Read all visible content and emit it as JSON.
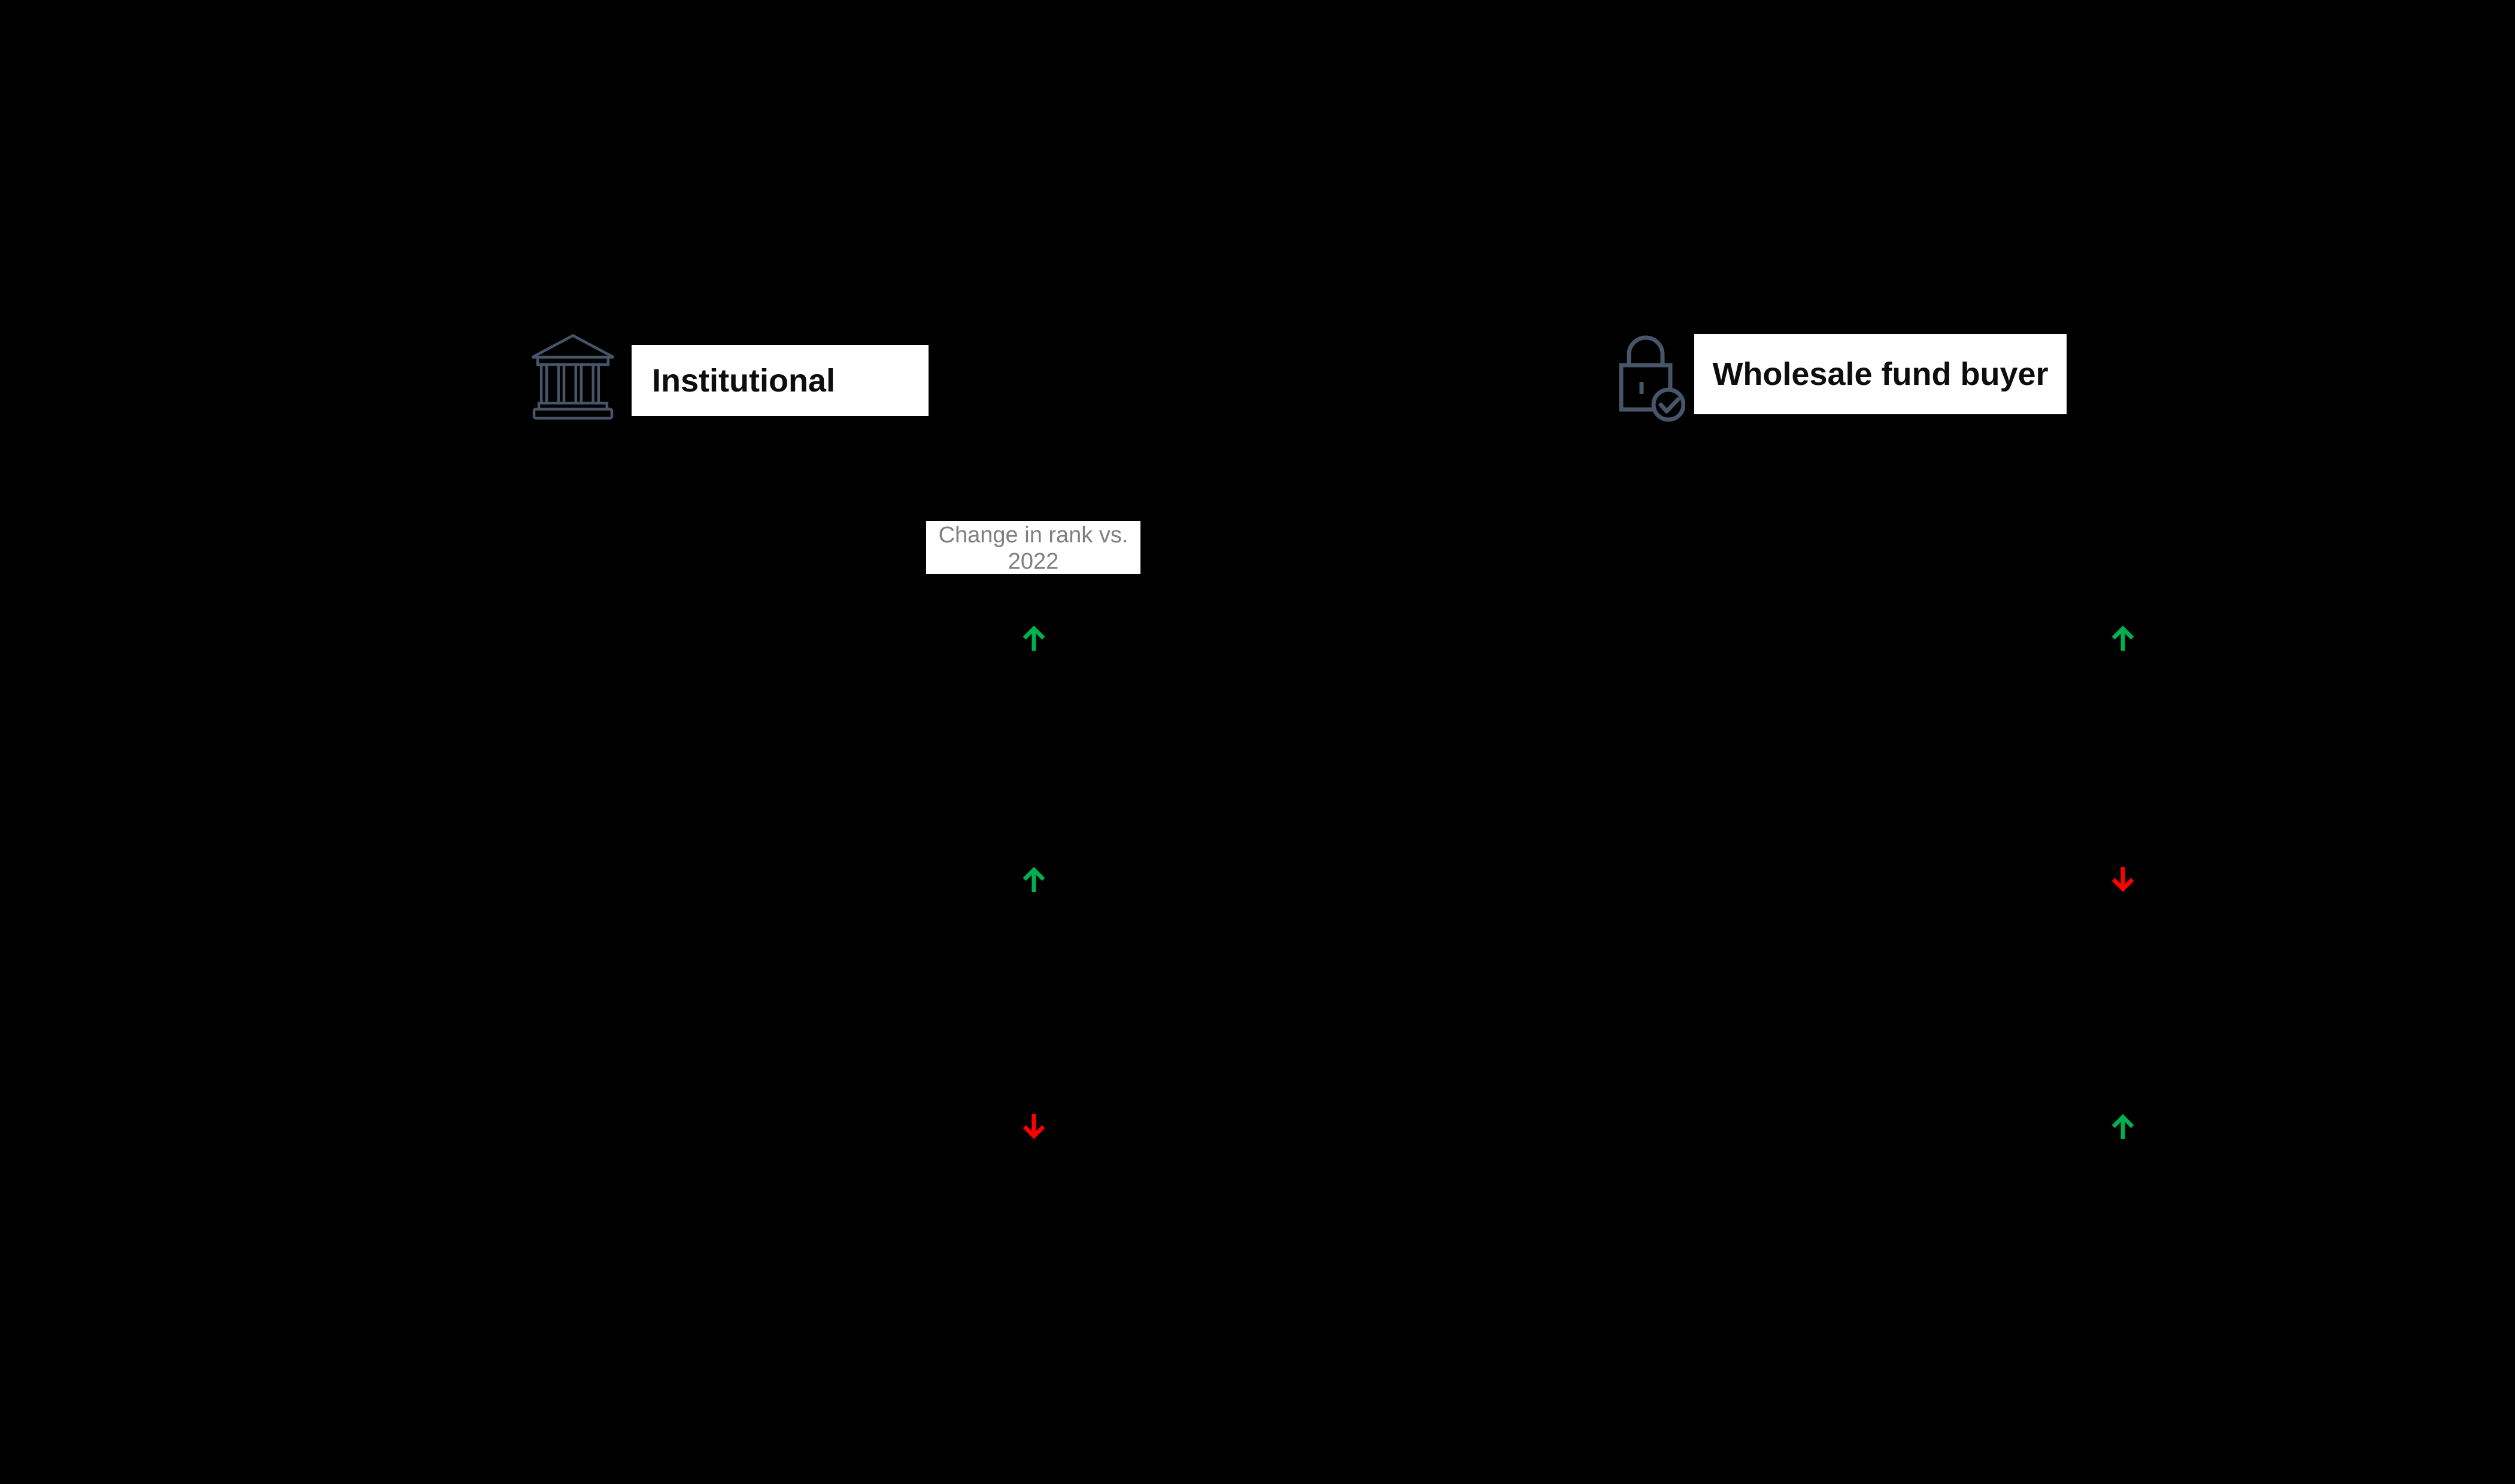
{
  "slide": {
    "background": "#000000"
  },
  "segments": {
    "institutional": {
      "label": "Institutional",
      "icon": "bank-icon"
    },
    "wholesale": {
      "label": "Wholesale fund buyer",
      "icon": "lock-check-icon"
    }
  },
  "rank_legend": {
    "label": "Change in rank vs. 2022"
  },
  "rank_changes": {
    "institutional": [
      "up",
      "up",
      "down"
    ],
    "wholesale": [
      "up",
      "down",
      "up"
    ]
  },
  "colors": {
    "slide_bg": "#000000",
    "panel_bg": "#FFFFFF",
    "label_text": "#0D0D0D",
    "legend_text": "#808080",
    "icon_stroke": "#475569",
    "up": "#00B050",
    "down": "#FF0000"
  }
}
